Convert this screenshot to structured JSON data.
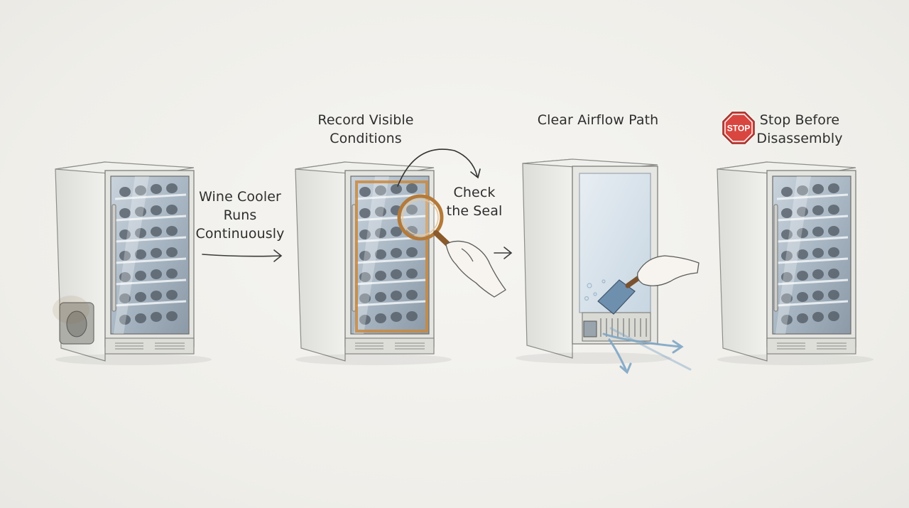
{
  "steps": [
    {
      "lines": [
        "Wine Cooler",
        "Runs",
        "Continuously"
      ]
    },
    {
      "lines": [
        "Record Visible",
        "Conditions"
      ],
      "callout": [
        "Check",
        "the Seal"
      ]
    },
    {
      "lines": [
        "Clear Airflow Path"
      ]
    },
    {
      "lines": [
        "Stop Before",
        "Disassembly"
      ],
      "sign_text": "STOP"
    }
  ],
  "colors": {
    "stop_red": "#d8463f",
    "seal_orange": "#c9893e",
    "airflow_blue": "#7fa6c6",
    "stainless": "#e6e6e3",
    "glass": "#9fb0bf"
  }
}
